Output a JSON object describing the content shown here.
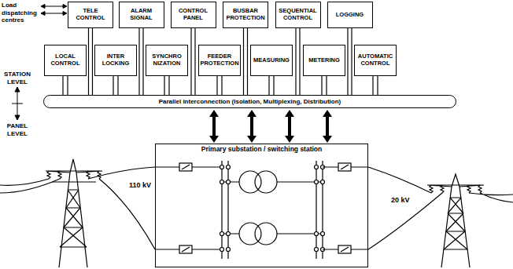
{
  "diagram": {
    "nodes": [
      {
        "text": [
          "TELE CONTROL"
        ]
      },
      {
        "text": [
          "ALARM SIGNAL"
        ]
      },
      {
        "text": [
          "CONTROL PANEL"
        ]
      },
      {
        "text": [
          "BUSBAR PROTECTION"
        ]
      },
      {
        "text": [
          "SEQUENTIAL CONTROL"
        ]
      },
      {
        "text": [
          "LOGGING"
        ]
      },
      {
        "text": [
          "LOCAL CONTROL"
        ]
      },
      {
        "text": [
          "INTER LOCKING"
        ]
      },
      {
        "text": [
          "SYNCHRO NIZATION"
        ]
      },
      {
        "text": [
          "FEEDER PROTECTION"
        ]
      },
      {
        "text": [
          "MEASURING"
        ]
      },
      {
        "text": [
          "METERING"
        ]
      },
      {
        "text": [
          "AUTOMATIC CONTROL"
        ]
      },
      {
        "text": [
          "Parallel interconnection (Isolation, Multiplexing, Distribution)"
        ]
      },
      {
        "text": [
          "Primary substation / switching station"
        ]
      }
    ],
    "edges": [
      {
        "from": 0,
        "to": 13,
        "arrow": "none"
      },
      {
        "from": 1,
        "to": 13,
        "arrow": "none"
      },
      {
        "from": 2,
        "to": 13,
        "arrow": "none"
      },
      {
        "from": 3,
        "to": 13,
        "arrow": "none"
      },
      {
        "from": 4,
        "to": 13,
        "arrow": "none"
      },
      {
        "from": 5,
        "to": 13,
        "arrow": "none"
      },
      {
        "from": 6,
        "to": 13,
        "arrow": "none"
      },
      {
        "from": 7,
        "to": 13,
        "arrow": "none"
      },
      {
        "from": 8,
        "to": 13,
        "arrow": "none"
      },
      {
        "from": 9,
        "to": 13,
        "arrow": "none"
      },
      {
        "from": 10,
        "to": 13,
        "arrow": "none"
      },
      {
        "from": 11,
        "to": 13,
        "arrow": "none"
      },
      {
        "from": 12,
        "to": 13,
        "arrow": "none"
      },
      {
        "from": 13,
        "to": 14,
        "arrow": "both"
      },
      {
        "from": 13,
        "to": 14,
        "arrow": "both"
      },
      {
        "from": 13,
        "to": 14,
        "arrow": "both"
      },
      {
        "from": 13,
        "to": 14,
        "arrow": "both"
      }
    ],
    "labels": [
      "Load dispatching centres",
      "STATION LEVEL",
      "PANEL LEVEL",
      "110 kV",
      "20 kV"
    ]
  }
}
